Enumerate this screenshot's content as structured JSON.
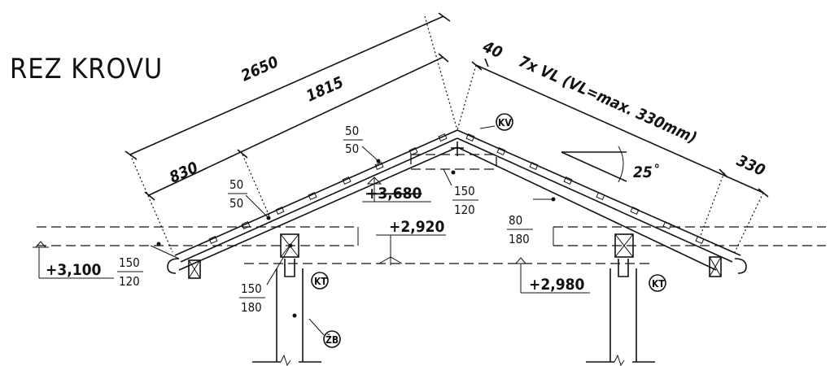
{
  "title": "REZ KROVU",
  "dimensions": {
    "total_length": "2650",
    "upper_length": "1815",
    "lower_length": "830",
    "ridge_gap": "40",
    "batten_spacing": "7x VL (VL=max. 330mm)",
    "eave_batten": "330",
    "roof_angle": "25˚"
  },
  "sections": {
    "batten_upper": {
      "top": "50",
      "bottom": "50"
    },
    "batten_lower": {
      "top": "50",
      "bottom": "50"
    },
    "ridge_purlin": {
      "top": "150",
      "bottom": "120"
    },
    "rafter": {
      "top": "80",
      "bottom": "180"
    },
    "eave_purlin": {
      "top": "150",
      "bottom": "120"
    },
    "column_purlin": {
      "top": "150",
      "bottom": "180"
    }
  },
  "levels": {
    "ridge": "+3,680",
    "mid": "+2,920",
    "left": "+3,100",
    "right": "+2,980"
  },
  "tags": {
    "kv": "KV",
    "kt_left": "KT",
    "kt_right": "KT",
    "zb": "ŽB"
  }
}
